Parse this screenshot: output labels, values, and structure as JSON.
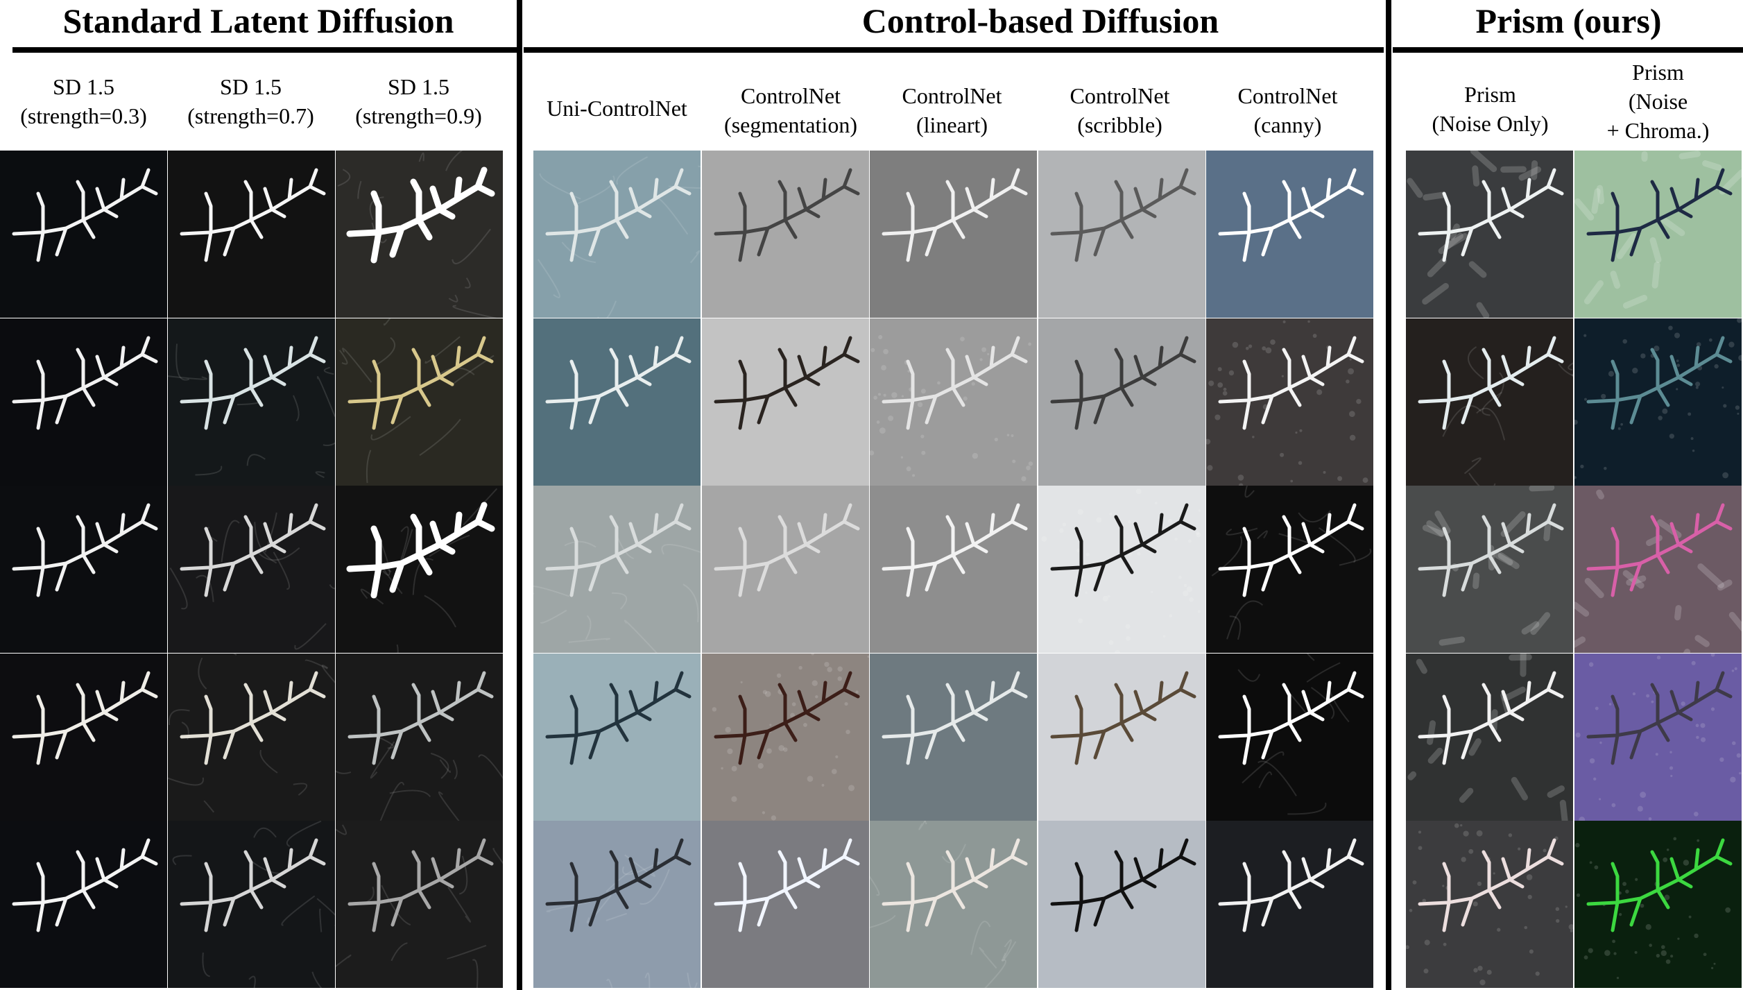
{
  "sections": [
    {
      "title": "Standard Latent Diffusion",
      "columns": [
        {
          "label": "SD 1.5\n(strength=0.3)",
          "tiles": [
            {
              "bg": "#0b0d10",
              "branch": "#f4f4f4",
              "texture": "dark"
            },
            {
              "bg": "#0b0c0f",
              "branch": "#f2f2f2",
              "texture": "dark"
            },
            {
              "bg": "#0c0d10",
              "branch": "#f2f2f2",
              "texture": "dark"
            },
            {
              "bg": "#0d0d10",
              "branch": "#f0eee8",
              "texture": "dark"
            },
            {
              "bg": "#0c0d11",
              "branch": "#f4f4f4",
              "texture": "dark"
            }
          ]
        },
        {
          "label": "SD 1.5\n(strength=0.7)",
          "tiles": [
            {
              "bg": "#121212",
              "branch": "#f6f6f6",
              "texture": "dark"
            },
            {
              "bg": "#14181a",
              "branch": "#d9e3e4",
              "texture": "veins"
            },
            {
              "bg": "#18181a",
              "branch": "#d8d8d8",
              "texture": "veins"
            },
            {
              "bg": "#1a1a1a",
              "branch": "#e3e0d6",
              "texture": "veins"
            },
            {
              "bg": "#141618",
              "branch": "#d6d6d6",
              "texture": "veins"
            }
          ]
        },
        {
          "label": "SD 1.5\n(strength=0.9)",
          "tiles": [
            {
              "bg": "#2c2b28",
              "branch": "#ffffff",
              "texture": "thick"
            },
            {
              "bg": "#2a2922",
              "branch": "#d8c88c",
              "texture": "veins"
            },
            {
              "bg": "#121212",
              "branch": "#ffffff",
              "texture": "thick"
            },
            {
              "bg": "#1a1a1a",
              "branch": "#bfc3c3",
              "texture": "veins"
            },
            {
              "bg": "#1c1c1c",
              "branch": "#a8a8a8",
              "texture": "veins"
            }
          ]
        }
      ]
    },
    {
      "title": "Control-based Diffusion",
      "columns": [
        {
          "label": "Uni-ControlNet",
          "tiles": [
            {
              "bg": "#86a0aa",
              "branch": "#dfe6e6",
              "texture": "veins"
            },
            {
              "bg": "#53707c",
              "branch": "#e8eeee",
              "texture": "dark"
            },
            {
              "bg": "#9ea6a6",
              "branch": "#d8dcdc",
              "texture": "veins"
            },
            {
              "bg": "#9ab0b8",
              "branch": "#22333d",
              "texture": "dark"
            },
            {
              "bg": "#8e9cac",
              "branch": "#2a2e34",
              "texture": "veins"
            }
          ]
        },
        {
          "label": "ControlNet\n(segmentation)",
          "tiles": [
            {
              "bg": "#a8a8a8",
              "branch": "#444444",
              "texture": "dark"
            },
            {
              "bg": "#c3c3c3",
              "branch": "#2a2420",
              "texture": "dark"
            },
            {
              "bg": "#a6a6a6",
              "branch": "#dcdcdc",
              "texture": "dark"
            },
            {
              "bg": "#8d8580",
              "branch": "#3c1e18",
              "texture": "dots"
            },
            {
              "bg": "#7b7b80",
              "branch": "#f2f6ff",
              "texture": "dark"
            }
          ]
        },
        {
          "label": "ControlNet\n(lineart)",
          "tiles": [
            {
              "bg": "#7e7e7e",
              "branch": "#f0f0f0",
              "texture": "dark"
            },
            {
              "bg": "#9c9c9c",
              "branch": "#e4e4e4",
              "texture": "dots"
            },
            {
              "bg": "#8e8e8e",
              "branch": "#f2f2f2",
              "texture": "dark"
            },
            {
              "bg": "#6e7a80",
              "branch": "#e6eaea",
              "texture": "dark"
            },
            {
              "bg": "#8e9896",
              "branch": "#ece6e0",
              "texture": "veins"
            }
          ]
        },
        {
          "label": "ControlNet\n(scribble)",
          "tiles": [
            {
              "bg": "#b2b4b6",
              "branch": "#5a5a5a",
              "texture": "dark"
            },
            {
              "bg": "#a4a6a8",
              "branch": "#3c3c3c",
              "texture": "dark"
            },
            {
              "bg": "#e2e4e6",
              "branch": "#1a1a1a",
              "texture": "dots"
            },
            {
              "bg": "#d2d4d8",
              "branch": "#5a4a38",
              "texture": "dark"
            },
            {
              "bg": "#b6bcc4",
              "branch": "#111111",
              "texture": "dark"
            }
          ]
        },
        {
          "label": "ControlNet\n(canny)",
          "tiles": [
            {
              "bg": "#5a7088",
              "branch": "#ffffff",
              "texture": "dark"
            },
            {
              "bg": "#3e3a3a",
              "branch": "#f4f4f4",
              "texture": "dots"
            },
            {
              "bg": "#0e0e0e",
              "branch": "#ffffff",
              "texture": "veins"
            },
            {
              "bg": "#0c0c0c",
              "branch": "#ffffff",
              "texture": "veins"
            },
            {
              "bg": "#1c1e22",
              "branch": "#f2f2f2",
              "texture": "dark"
            }
          ]
        }
      ]
    },
    {
      "title": "Prism (ours)",
      "columns": [
        {
          "label": "Prism\n(Noise Only)",
          "tiles": [
            {
              "bg": "#3a3c3e",
              "branch": "#eef2f2",
              "texture": "blur"
            },
            {
              "bg": "#24201e",
              "branch": "#e4ecee",
              "texture": "veins"
            },
            {
              "bg": "#4a4c4c",
              "branch": "#d8dcdc",
              "texture": "blur"
            },
            {
              "bg": "#303232",
              "branch": "#f2f2f2",
              "texture": "blur"
            },
            {
              "bg": "#3c3c3e",
              "branch": "#ecdede",
              "texture": "dots"
            }
          ]
        },
        {
          "label": "Prism\n(Noise\n+ Chroma.)",
          "tiles": [
            {
              "bg": "#9ec0a0",
              "branch": "#1e2a44",
              "texture": "blur"
            },
            {
              "bg": "#0e1e2a",
              "branch": "#5c8c94",
              "texture": "dots"
            },
            {
              "bg": "#6c5a64",
              "branch": "#d860a8",
              "texture": "blur"
            },
            {
              "bg": "#6a5ca4",
              "branch": "#3e3a48",
              "texture": "dots"
            },
            {
              "bg": "#0a200e",
              "branch": "#3cd840",
              "texture": "dots"
            }
          ]
        }
      ]
    }
  ]
}
